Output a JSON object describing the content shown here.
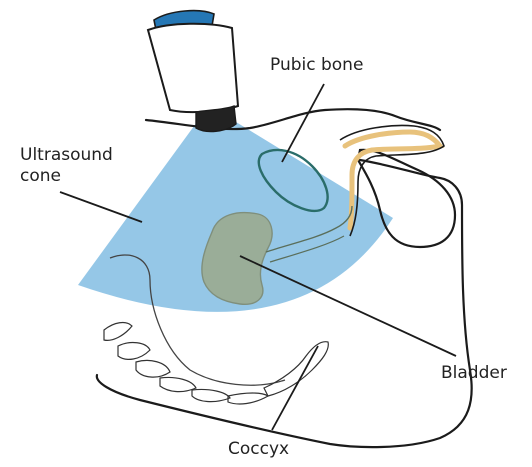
{
  "labels": {
    "pubic_bone": "Pubic bone",
    "ultrasound_cone_line1": "Ultrasound",
    "ultrasound_cone_line2": "cone",
    "bladder": "Bladder",
    "coccyx": "Coccyx"
  },
  "colors": {
    "cone": "#8fc4e6",
    "bladder_fill": "#9aad98",
    "bladder_stroke": "#7f8f7c",
    "pubic_bone_stroke": "#2a6d6a",
    "urethra_tan": "#e8c27c",
    "probe_cap": "#2577b5",
    "probe_tip": "#222222",
    "outline": "#1b1b1b",
    "leader": "#1b1b1b"
  },
  "icons": {
    "probe": "ultrasound-probe-icon"
  }
}
